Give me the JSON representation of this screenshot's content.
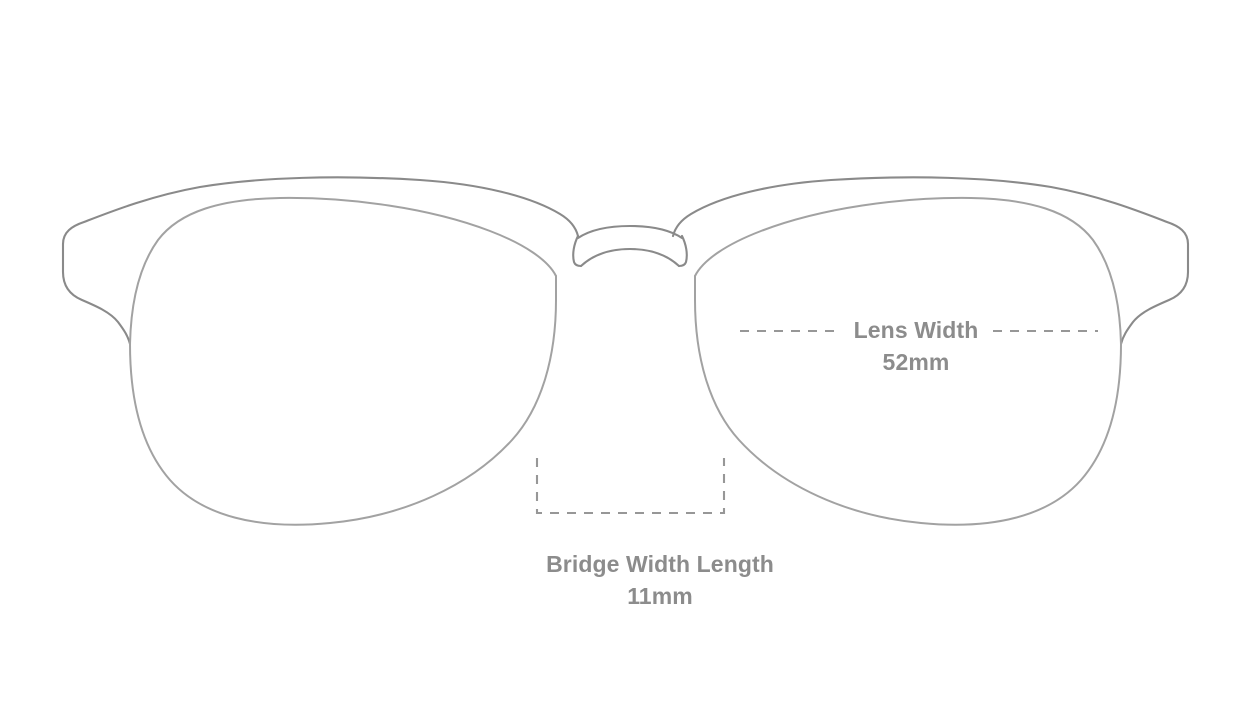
{
  "diagram": {
    "subject": "eyeglasses-front-view",
    "style": "browline",
    "background_color": "#ffffff",
    "frame_stroke_color": "#8a8a8a",
    "lens_stroke_color": "#a2a2a2",
    "dimension_line_color": "#979797",
    "label_text_color": "#8c8c8c"
  },
  "measurements": {
    "lens_width": {
      "name": "Lens Width",
      "value": "52mm",
      "number": 52,
      "unit": "mm"
    },
    "bridge_width": {
      "name": "Bridge Width Length",
      "value": "11mm",
      "number": 11,
      "unit": "mm"
    }
  }
}
